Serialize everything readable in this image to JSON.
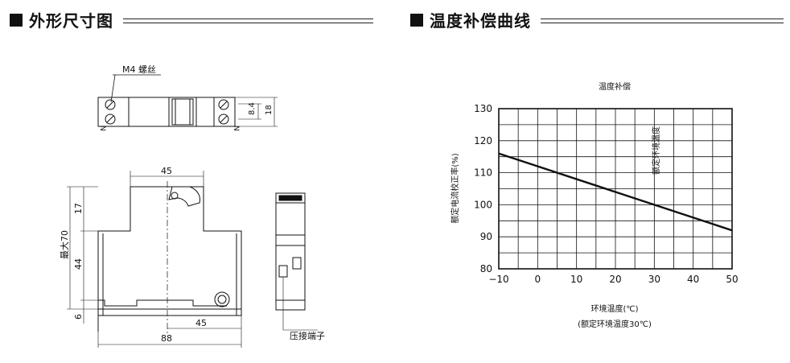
{
  "headers": {
    "dimensions": "外形尺寸图",
    "temp_curve": "温度补偿曲线"
  },
  "drawing": {
    "screw_label": "M4 螺丝",
    "terminal_N1": "N",
    "terminal_N2": "N",
    "dim_8_4": "8.4",
    "dim_18": "18",
    "dim_45_top": "45",
    "dim_17": "17",
    "dim_max70": "最大70",
    "dim_44": "44",
    "dim_6": "6",
    "dim_45_bottom": "45",
    "dim_88": "88",
    "crimp_label": "压接端子"
  },
  "chart_data": {
    "type": "line",
    "title": "温度补偿",
    "xlabel": "环境温度(℃)",
    "xlabel_sub": "(额定环境温度30℃)",
    "ylabel": "额定电流校正率(%)",
    "annotation": "额定环境温度",
    "xlim": [
      -10,
      50
    ],
    "ylim": [
      80,
      130
    ],
    "xticks": [
      "−10",
      "0",
      "10",
      "20",
      "30",
      "40",
      "50"
    ],
    "yticks": [
      "80",
      "90",
      "100",
      "110",
      "120",
      "130"
    ],
    "grid": true,
    "series": [
      {
        "x": [
          -10,
          50
        ],
        "y": [
          116,
          92
        ]
      }
    ]
  }
}
